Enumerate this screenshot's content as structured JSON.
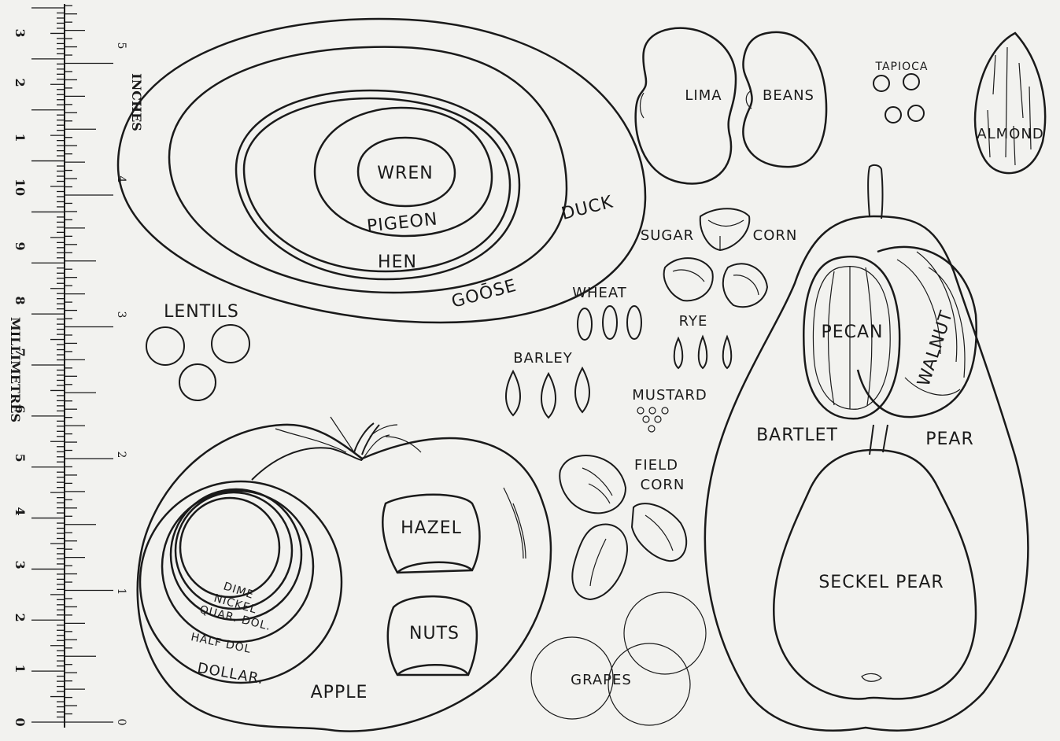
{
  "ruler": {
    "inches_label": "INCHES",
    "millimetres_label": "MILLIMETRES",
    "inch_marks": [
      "5",
      "4",
      "3",
      "2",
      "1",
      "0"
    ],
    "mm_marks": [
      "3",
      "2",
      "1",
      "10",
      "9",
      "8",
      "7",
      "6",
      "5",
      "4",
      "3",
      "2",
      "1",
      "0"
    ]
  },
  "eggs": {
    "wren": "WREN",
    "pigeon": "PIGEON",
    "hen": "HEN",
    "goose": "GOŌSE",
    "duck": "DUCK"
  },
  "lentils": "LENTILS",
  "beans": {
    "left": "LIMA",
    "right": "BEANS"
  },
  "tapioca": "TAPIOCA",
  "almond": "ALMOND",
  "sugar_corn": {
    "left": "SUGAR",
    "right": "CORN"
  },
  "wheat": "WHEAT",
  "rye": "RYE",
  "barley": "BARLEY",
  "mustard": "MUSTARD",
  "field_corn": {
    "line1": "FIELD",
    "line2": "CORN"
  },
  "grapes": "GRAPES",
  "apple": "APPLE",
  "coins": {
    "dime": "DIME",
    "nickel": "NICKEL",
    "quarter": "QUAR. DOL.",
    "half": "HALF DOL",
    "dollar": "DOLLAR."
  },
  "nuts": {
    "hazel": "HAZEL",
    "nuts": "NUTS",
    "pecan": "PECAN",
    "walnut": "WALNUT"
  },
  "pears": {
    "bartlet": "BARTLET",
    "pear": "PEAR",
    "seckel": "SECKEL PEAR"
  }
}
